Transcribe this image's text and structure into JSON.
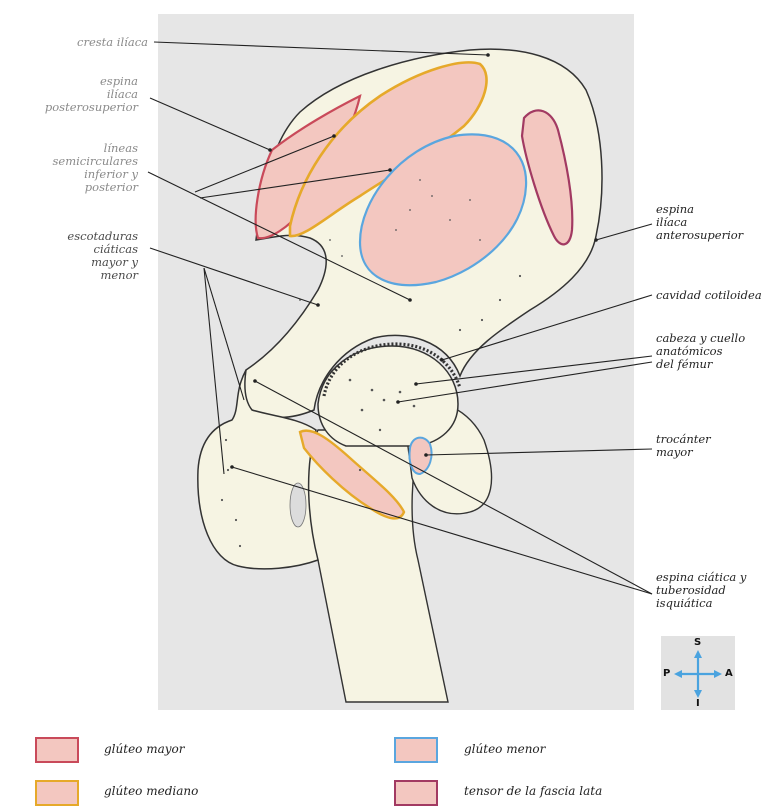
{
  "labels": {
    "cresta_iliaca": "cresta ilíaca",
    "espina_iliaca_posterosuperior": "espina\nilíaca\nposterosuperior",
    "lineas_semicirculares": "líneas\nsemicirculares\ninferior y\nposterior",
    "escotaduras_ciaticas": "escotaduras\nciáticas\nmayor y\nmenor",
    "espina_iliaca_anterosuperior": "espina\nilíaca\nanterosuperior",
    "cavidad_cotiloidea": "cavidad cotiloidea",
    "cabeza_cuello": "cabeza y cuello\nanatómicos\ndel fémur",
    "trocanter_mayor": "trocánter\nmayor",
    "espina_ciatica": "espina ciática y\ntuberosidad\nisquiática"
  },
  "legend": {
    "gluteo_mayor": "glúteo mayor",
    "gluteo_mediano": "glúteo mediano",
    "gluteo_menor": "glúteo menor",
    "tensor": "tensor de la fascia lata"
  },
  "compass": {
    "s": "S",
    "p": "P",
    "a": "A",
    "i": "I"
  },
  "colors": {
    "panel": "#e6e6e6",
    "bone": "#f6f4e3",
    "muscle_fill": "#f3c7c0",
    "gluteo_mayor": "#c94a5a",
    "gluteo_mediano": "#e6a92a",
    "gluteo_menor": "#5aa6df",
    "tensor": "#a23a62",
    "compass_arrow": "#4aa3df"
  }
}
